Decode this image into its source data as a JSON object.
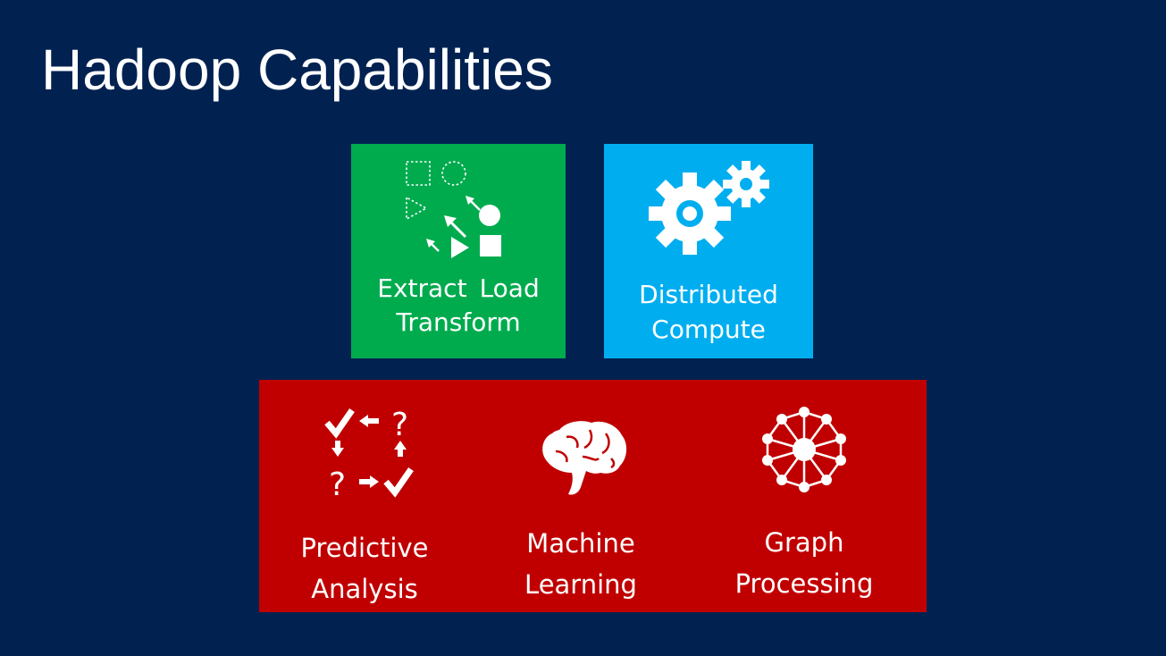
{
  "slide": {
    "title": "Hadoop Capabilities"
  },
  "colors": {
    "background": "#012251",
    "etl_tile": "#00ab4e",
    "compute_tile": "#00aef0",
    "analytics_tile": "#c00000",
    "text": "#ffffff"
  },
  "tiles": {
    "etl": {
      "icon": "etl-shapes-icon",
      "line1_word1": "Extract",
      "line1_word2": "Load",
      "line2": "Transform"
    },
    "compute": {
      "icon": "gears-icon",
      "line1": "Distributed",
      "line2": "Compute"
    },
    "analytics": {
      "items": [
        {
          "icon": "predictive-cycle-icon",
          "line1": "Predictive",
          "line2": "Analysis"
        },
        {
          "icon": "brain-icon",
          "line1": "Machine",
          "line2": "Learning"
        },
        {
          "icon": "graph-network-icon",
          "line1": "Graph",
          "line2": "Processing"
        }
      ]
    }
  }
}
